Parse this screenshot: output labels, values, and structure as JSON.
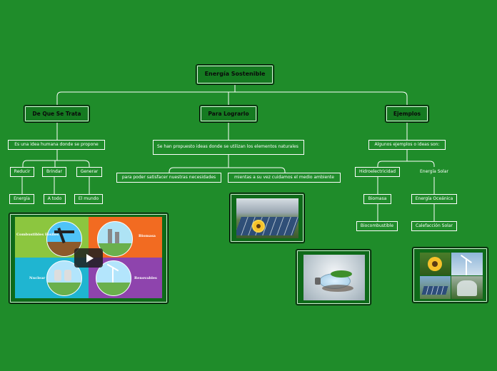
{
  "root": "Energía Sostenible",
  "branches": {
    "que": "De Que Se Trata",
    "lograrlo": "Para Lograrlo",
    "ejemplos": "Ejemplos"
  },
  "que": {
    "desc": "Es una idea humana donde se propone",
    "verbs": [
      "Reducir",
      "Brindar",
      "Generar"
    ],
    "objects": [
      "Energía",
      "A todo",
      "El mundo"
    ]
  },
  "lograrlo": {
    "desc": "Se han propuesto ideas donde se utilizan los elementos naturales",
    "a": "para poder satisfacer nuestras necesidades",
    "b": "mientas a su vez cuidamos el medio ambiente"
  },
  "ejemplos": {
    "desc": "Algunos ejemplos o ideas son:",
    "items": [
      "Hidroelectricidad",
      "Energía Solar",
      "Biomasa",
      "Energía Oceánica",
      "Biocombustible",
      "Calefacción Solar"
    ]
  },
  "video": {
    "labels": [
      "Combustibles Fósiles",
      "Biomasa",
      "Nuclear",
      "Renovables"
    ]
  },
  "icons": {
    "play": "play-icon"
  }
}
